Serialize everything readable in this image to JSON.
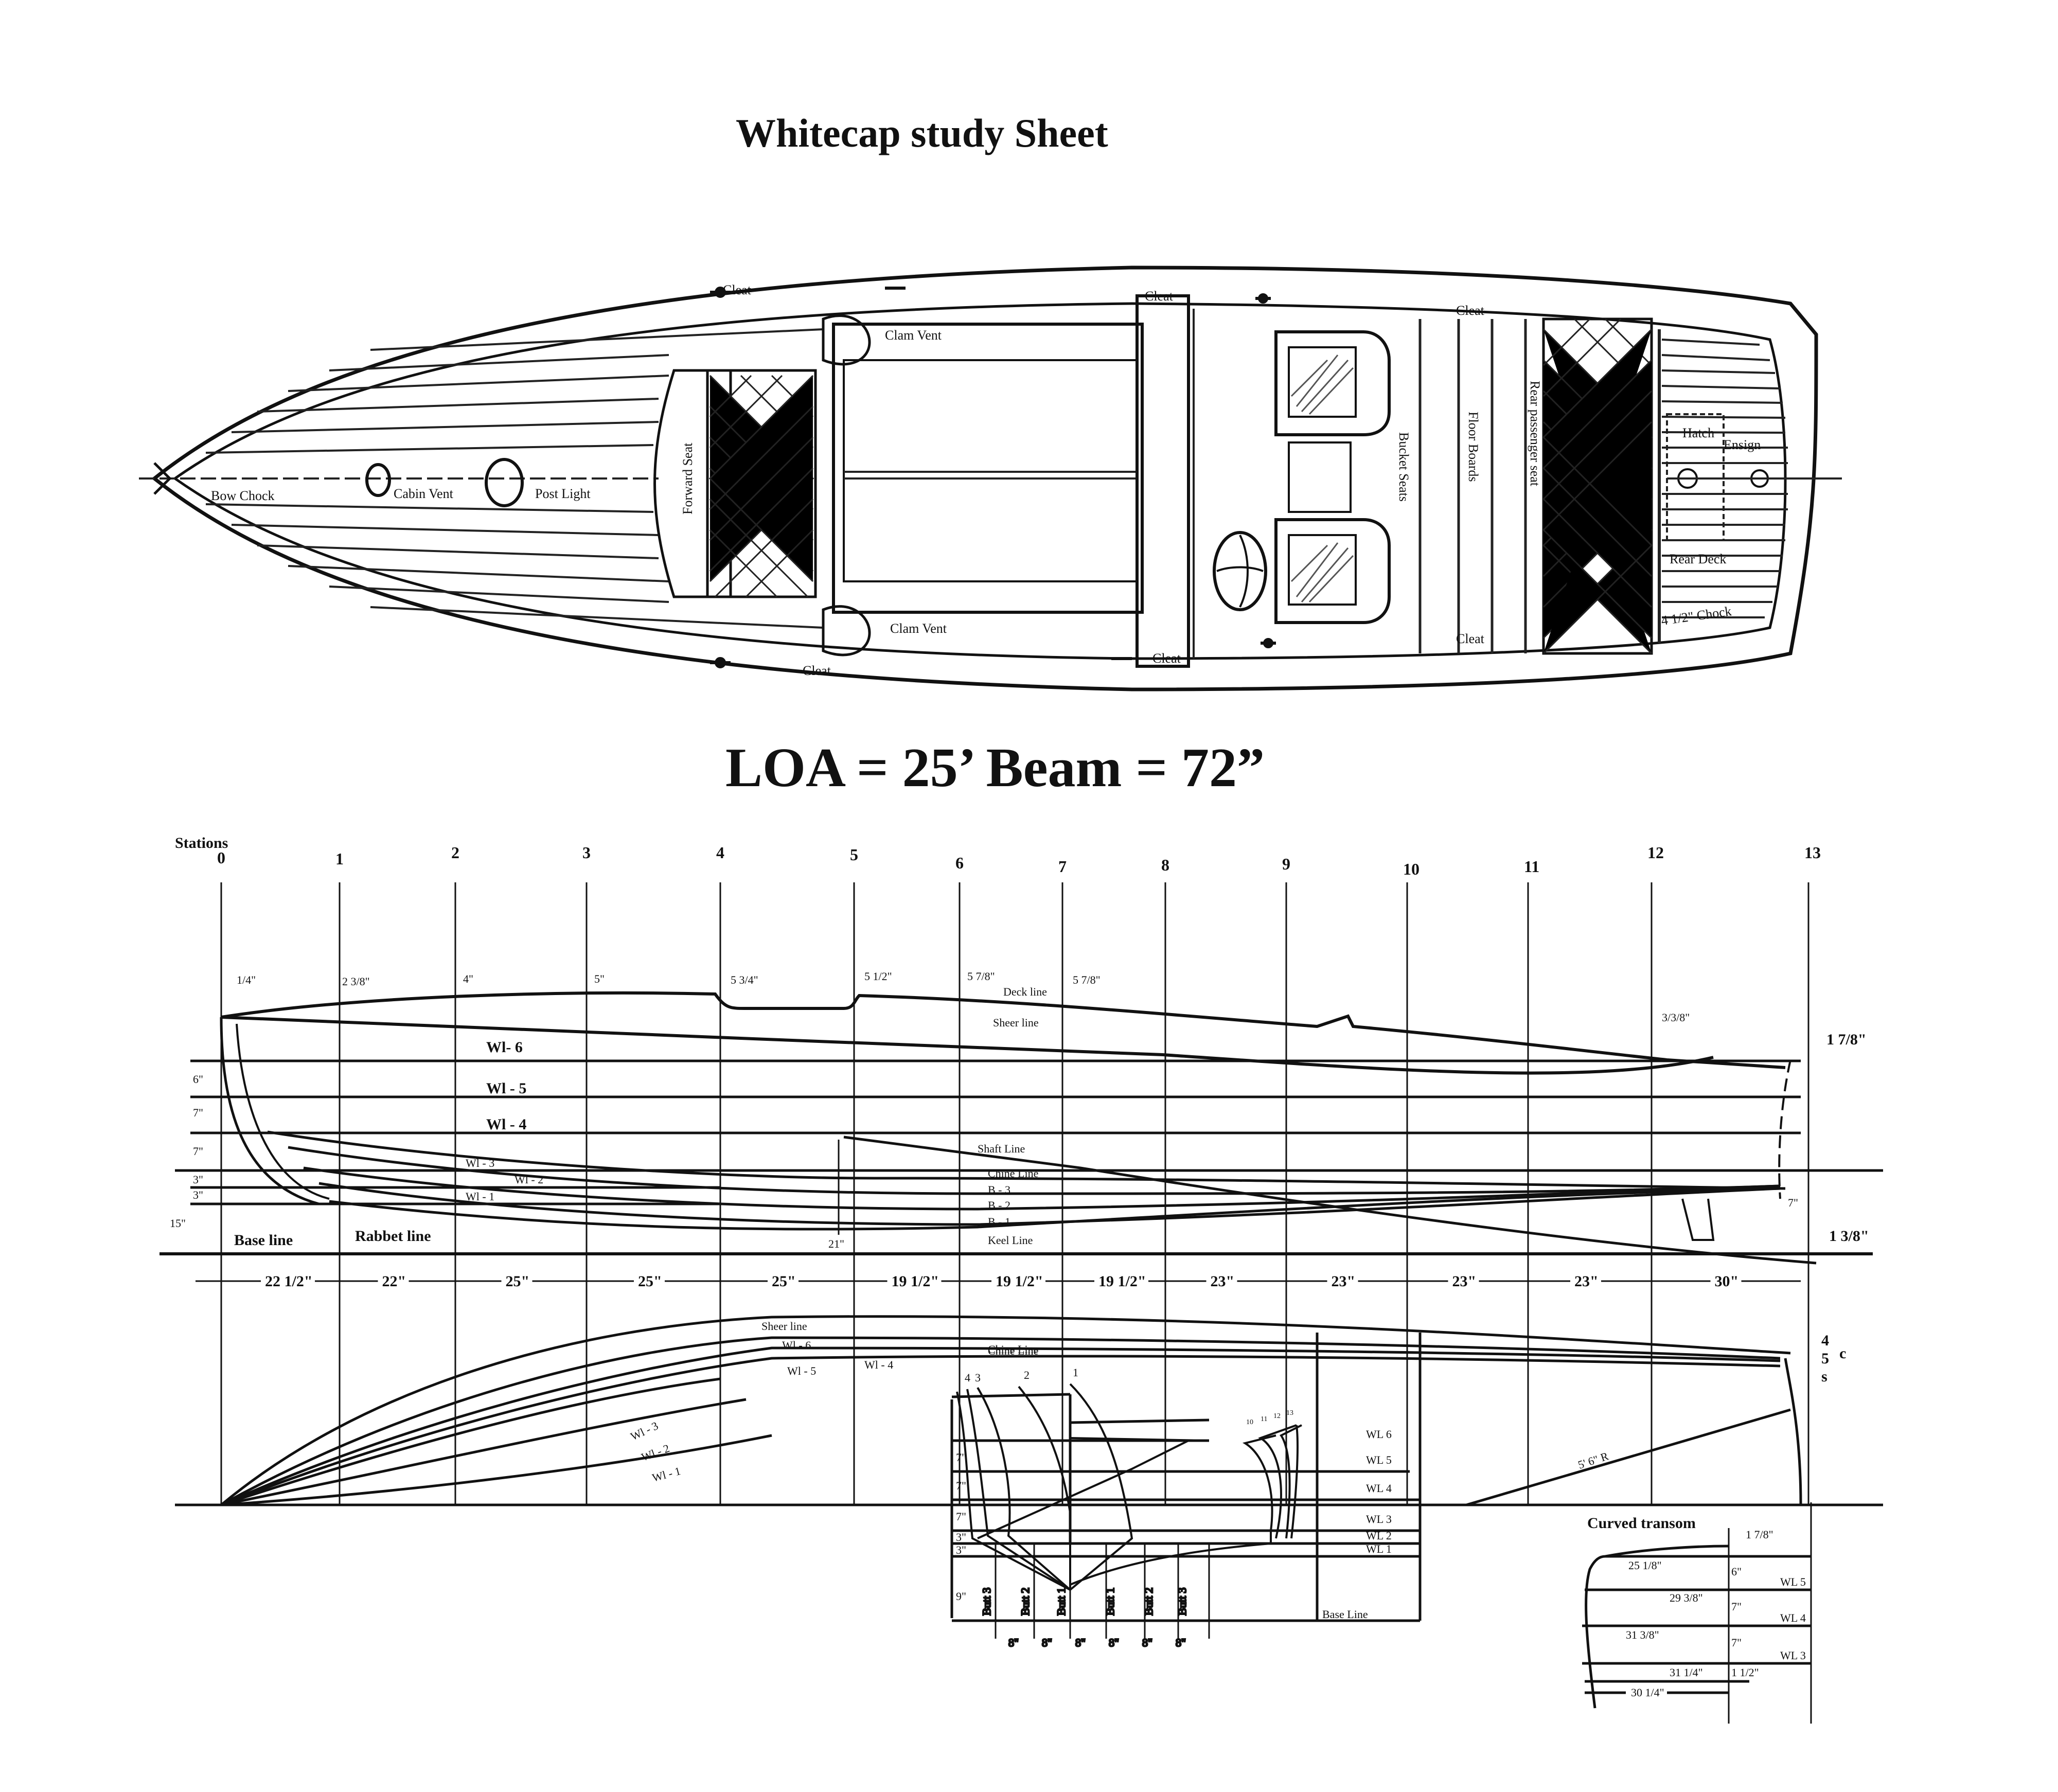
{
  "title": "Whitecap study Sheet",
  "specs": "LOA = 25’  Beam = 72”",
  "plan_view": {
    "labels": {
      "bow_chock": "Bow Chock",
      "cabin_vent": "Cabin Vent",
      "post_light": "Post Light",
      "forward_seat": "Forward Seat",
      "clam_vent_top": "Clam Vent",
      "clam_vent_bottom": "Clam Vent",
      "bucket_seats": "Bucket Seats",
      "floor_boards": "Floor Boards",
      "rear_passenger_seat": "Rear passenger seat",
      "hatch": "Hatch",
      "ensign": "Ensign",
      "rear_deck": "Rear Deck",
      "stern_chock": "4 1/2\" Chock"
    },
    "cleats": [
      "Cleat",
      "Cleat",
      "Cleat",
      "Cleat",
      "Cleat",
      "Cleat"
    ]
  },
  "profile": {
    "stations_label": "Stations",
    "stations": [
      "0",
      "1",
      "2",
      "3",
      "4",
      "5",
      "6",
      "7",
      "8",
      "9",
      "10",
      "11",
      "12",
      "13"
    ],
    "station_spacings": [
      "22 1/2\"",
      "22\"",
      "25\"",
      "25\"",
      "25\"",
      "19 1/2\"",
      "19 1/2\"",
      "19 1/2\"",
      "23\"",
      "23\"",
      "23\"",
      "23\"",
      "30\""
    ],
    "deck_heights": [
      "1/4\"",
      "2 3/8\"",
      "4\"",
      "5\"",
      "5 3/4\"",
      "5 1/2\"",
      "5 7/8\"",
      "5 7/8\""
    ],
    "stern_dims": {
      "sheer_12": "3/3/8\"",
      "sheer_13": "1 7/8\"",
      "keel_13": "1 3/8\"",
      "transom_drop": "7\""
    },
    "waterlines": [
      "Wl- 6",
      "Wl - 5",
      "Wl - 4",
      "Wl - 3",
      "Wl - 2",
      "Wl - 1"
    ],
    "left_dims": [
      "6\"",
      "7\"",
      "7\"",
      "3\"",
      "3\"",
      "15\""
    ],
    "line_labels": {
      "deck": "Deck line",
      "sheer": "Sheer line",
      "shaft": "Shaft Line",
      "chine": "Chine Line",
      "b3": "B - 3",
      "b2": "B - 2",
      "b1": "B - 1",
      "keel": "Keel Line",
      "base": "Base line",
      "rabbet": "Rabbet line",
      "shaft_height": "21\""
    }
  },
  "half_breadth": {
    "labels": {
      "sheer": "Sheer line",
      "wl6": "Wl - 6",
      "wl5": "Wl - 5",
      "wl4": "Wl - 4",
      "wl3": "Wl - 3",
      "wl2": "Wl - 2",
      "wl1": "Wl - 1",
      "chine": "Chine Line",
      "radius": "5' 6\" R"
    },
    "stern_marks": [
      "4",
      "c",
      "5",
      "s"
    ]
  },
  "body_plan": {
    "forward_stations": [
      "4",
      "3",
      "2",
      "1"
    ],
    "aft_stations": [
      "10",
      "11",
      "12",
      "13"
    ],
    "waterlines": [
      "WL 6",
      "WL 5",
      "WL 4",
      "WL 3",
      "WL 2",
      "WL 1"
    ],
    "left_dims": [
      "7\"",
      "7\"",
      "7\"",
      "3\"",
      "3\"",
      "9\""
    ],
    "buttocks": [
      "Butt 3",
      "Butt 2",
      "Butt 1",
      "Butt 1",
      "Butt 2",
      "Butt 3"
    ],
    "butt_spacing": [
      "8\"",
      "8\"",
      "8\"",
      "8\"",
      "8\"",
      "8\""
    ],
    "base_line": "Base Line"
  },
  "transom": {
    "title": "Curved transom",
    "top": "1 7/8\"",
    "widths": [
      "25 1/8\"",
      "29 3/8\"",
      "31 3/8\"",
      "31 1/4\"",
      "30 1/4\""
    ],
    "heights": [
      "6\"",
      "7\"",
      "7\"",
      "1 1/2\""
    ],
    "waterlines": [
      "WL 5",
      "WL 4",
      "WL 3"
    ]
  }
}
